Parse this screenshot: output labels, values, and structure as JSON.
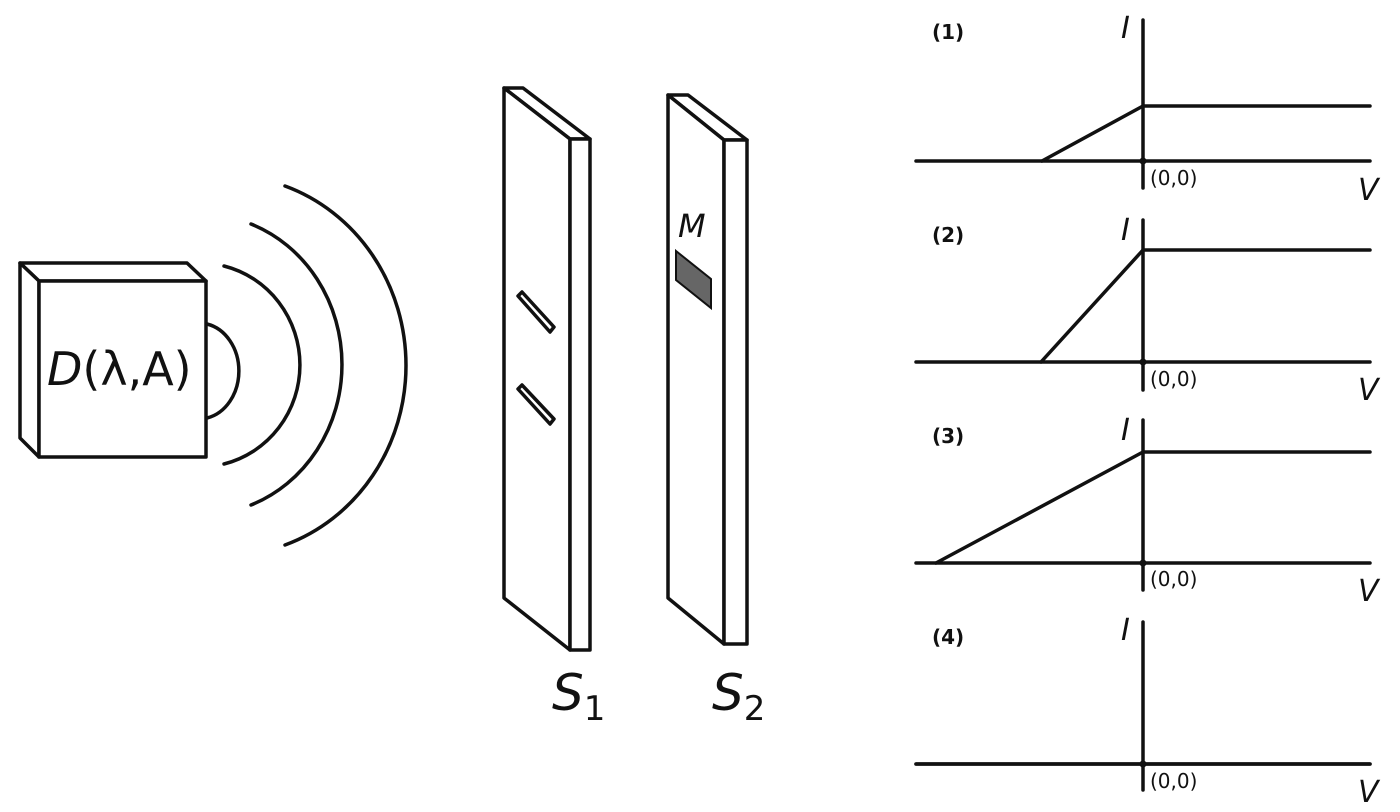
{
  "source": {
    "label_prefix": "D",
    "label_args": "(λ,A)"
  },
  "screens": {
    "s1": {
      "symbol": "S",
      "subscript": "1"
    },
    "s2": {
      "symbol": "S",
      "subscript": "2",
      "marker_label": "M"
    }
  },
  "graphs": {
    "y_axis_label": "I",
    "x_axis_label": "V",
    "origin_label": "(0,0)",
    "panels": [
      {
        "number": "(1)",
        "curve": "ramp-then-plateau-low"
      },
      {
        "number": "(2)",
        "curve": "steep-ramp-then-plateau-high"
      },
      {
        "number": "(3)",
        "curve": "long-ramp-then-plateau-high"
      },
      {
        "number": "(4)",
        "curve": "zero"
      }
    ]
  },
  "colors": {
    "ink": "#111111",
    "marker_fill": "#666666",
    "background": "#ffffff"
  }
}
